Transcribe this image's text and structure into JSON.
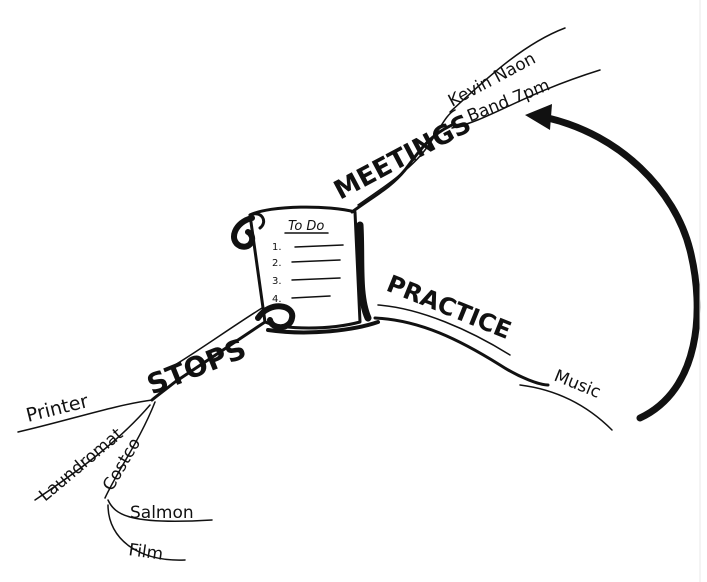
{
  "center": {
    "title": "To Do",
    "list_numbers": [
      "1.",
      "2.",
      "3.",
      "4."
    ]
  },
  "branches": {
    "meetings": {
      "label": "MEETINGS",
      "children": [
        "Kevin Naon",
        "Band 7pm"
      ]
    },
    "practice": {
      "label": "PRACTICE",
      "children": [
        "Music"
      ]
    },
    "stops": {
      "label": "STOPS",
      "children": [
        "Printer",
        "Laundromat",
        "Costco"
      ],
      "costco_children": [
        "Salmon",
        "Film"
      ]
    }
  },
  "colors": {
    "ink": "#111111",
    "paper": "#ffffff"
  }
}
